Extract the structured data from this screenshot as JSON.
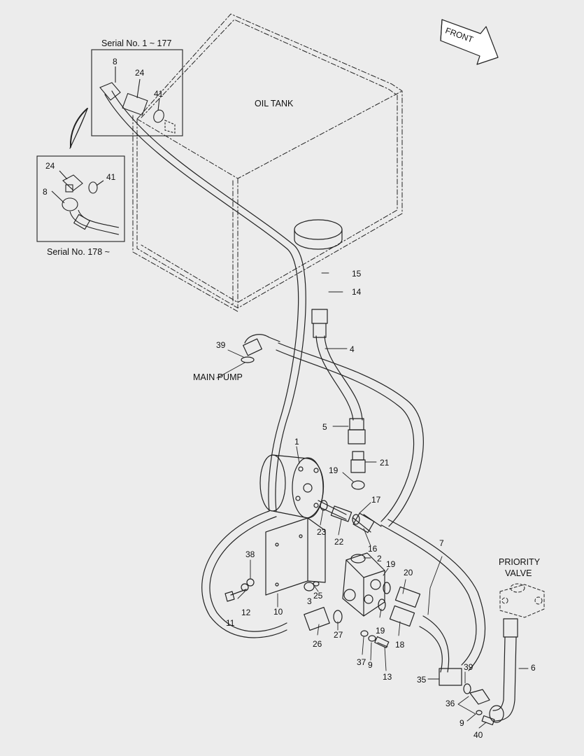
{
  "front_label": "FRONT",
  "labels": {
    "oil_tank": "OIL TANK",
    "main_pump": "MAIN PUMP",
    "priority_valve_line1": "PRIORITY",
    "priority_valve_line2": "VALVE",
    "serial_top": "Serial No. 1 ~ 177",
    "serial_bottom": "Serial No. 178 ~"
  },
  "parts": {
    "p1": "1",
    "p2": "2",
    "p3": "3",
    "p4": "4",
    "p5": "5",
    "p6": "6",
    "p7": "7",
    "p8a": "8",
    "p8b": "8",
    "p9a": "9",
    "p9b": "9",
    "p10": "10",
    "p11": "11",
    "p12": "12",
    "p13": "13",
    "p14": "14",
    "p15": "15",
    "p16": "16",
    "p17": "17",
    "p18": "18",
    "p19a": "19",
    "p19b": "19",
    "p19c": "19",
    "p20": "20",
    "p21": "21",
    "p22": "22",
    "p23": "23",
    "p24a": "24",
    "p24b": "24",
    "p25": "25",
    "p26": "26",
    "p27": "27",
    "p35": "35",
    "p36": "36",
    "p37": "37",
    "p38": "38",
    "p39a": "39",
    "p39b": "39",
    "p40": "40",
    "p41a": "41",
    "p41b": "41"
  }
}
